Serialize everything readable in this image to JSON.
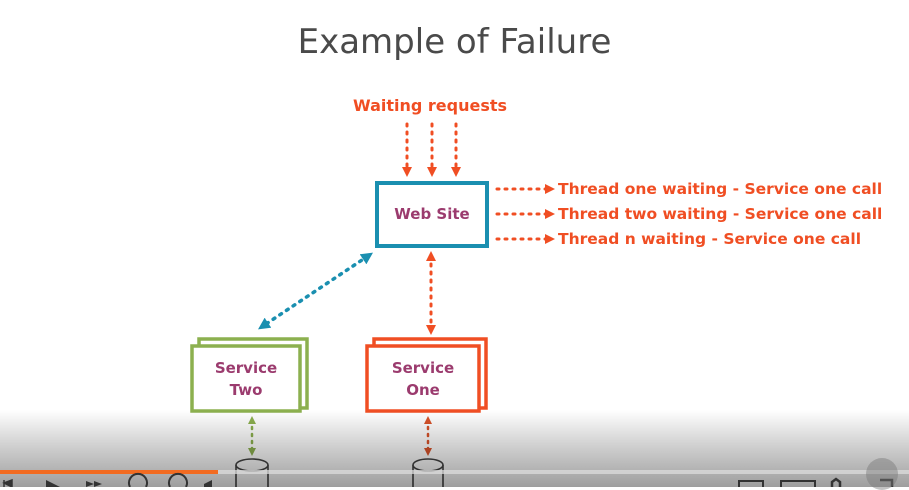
{
  "slide": {
    "title": "Example of Failure",
    "waiting_requests": "Waiting requests",
    "web_site": "Web Site",
    "threads": [
      "Thread one waiting - Service one call",
      "Thread two waiting - Service one call",
      "Thread n waiting - Service one call"
    ],
    "service_two": {
      "line1": "Service",
      "line2": "Two"
    },
    "service_one": {
      "line1": "Service",
      "line2": "One"
    }
  },
  "player": {
    "progress_fraction": 0.24
  },
  "colors": {
    "orange": "#f04e23",
    "teal": "#1a8fb0",
    "green": "#8cb04f",
    "purple": "#9b3b6e",
    "progress": "#f26b21"
  },
  "icons": [
    "skip-back-icon",
    "play-icon",
    "skip-forward-icon",
    "rewind-icon",
    "forward-icon",
    "volume-icon",
    "captions-icon",
    "screen-icon",
    "settings-icon",
    "expand-icon"
  ]
}
